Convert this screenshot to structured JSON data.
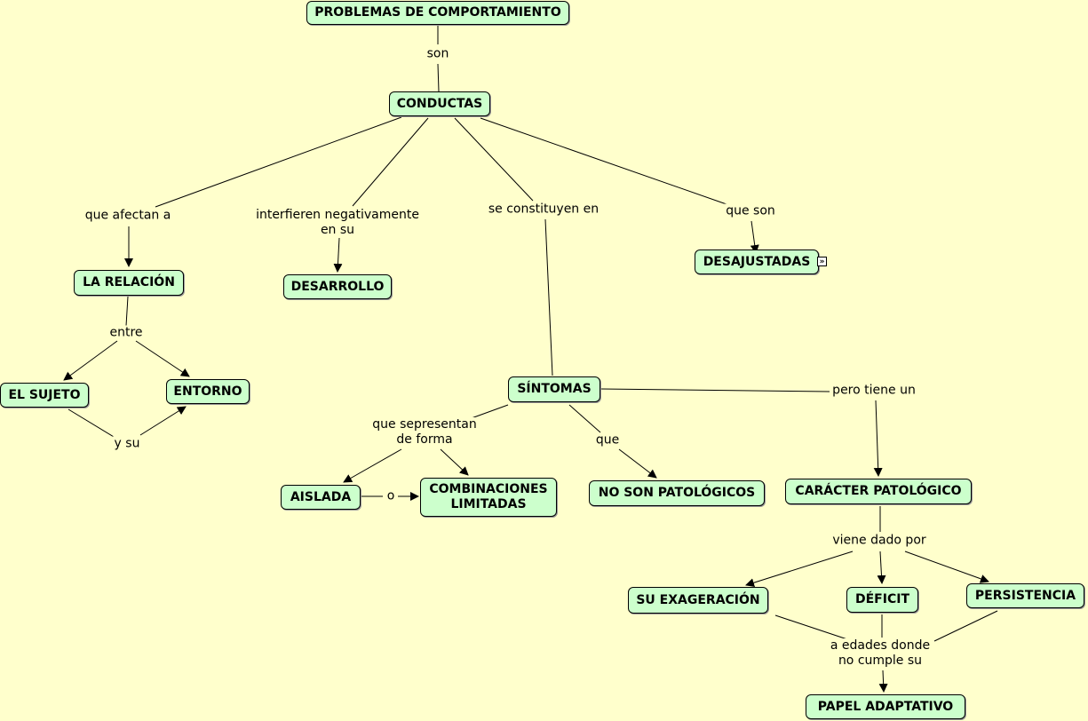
{
  "diagram": {
    "nodes": {
      "problemas": "PROBLEMAS DE COMPORTAMIENTO",
      "conductas": "CONDUCTAS",
      "relacion": "LA RELACIÓN",
      "desarrollo": "DESARROLLO",
      "desajustadas": "DESAJUSTADAS",
      "sujeto": "EL SUJETO",
      "entorno": "ENTORNO",
      "sintomas": "SÍNTOMAS",
      "aislada": "AISLADA",
      "combinaciones": "COMBINACIONES\nLIMITADAS",
      "no_patologicos": "NO SON PATOLÓGICOS",
      "caracter": "CARÁCTER PATOLÓGICO",
      "exageracion": "SU EXAGERACIÓN",
      "deficit": "DÉFICIT",
      "persistencia": "PERSISTENCIA",
      "papel": "PAPEL ADAPTATIVO"
    },
    "links": {
      "son": "son",
      "afectan": "que afectan a",
      "interfieren": "interfieren negativamente\nen su",
      "constituyen": "se constituyen en",
      "que_son": "que son",
      "entre": "entre",
      "y_su": "y su",
      "sepresentan": "que sepresentan\nde forma",
      "o": "o",
      "que": "que",
      "pero": "pero tiene un",
      "viene": "viene dado por",
      "edades": "a edades donde\nno cumple su"
    },
    "expand_icon": "»"
  }
}
